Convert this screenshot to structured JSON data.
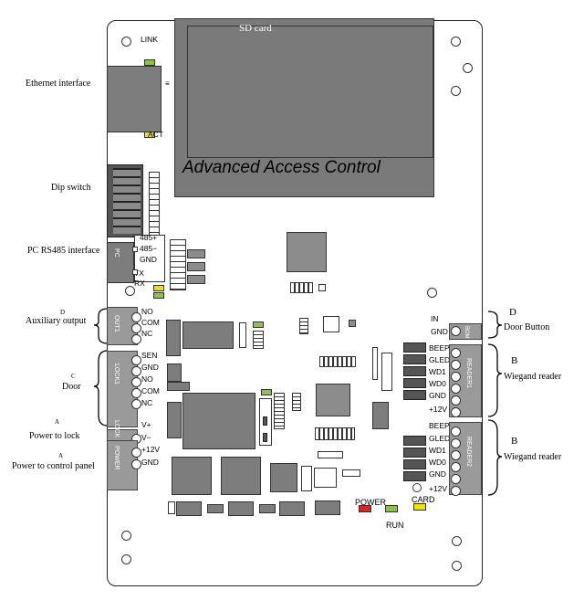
{
  "board": {
    "title": "Advanced Access Control",
    "sd_card": "SD card",
    "link": "LINK",
    "act": "ACT",
    "pc": "PC",
    "power_led": "POWER",
    "run_led": "RUN",
    "card_led": "CARD"
  },
  "left_labels": {
    "ethernet": "Ethernet interface",
    "dip": "Dip switch",
    "rs485": "PC RS485 interface",
    "aux_letter": "D",
    "aux": "Auxiliary output",
    "door_letter": "C",
    "door": "Door",
    "lock_letter": "A",
    "power_lock": "Power to lock",
    "panel_letter": "A",
    "power_panel": "Power to control panel"
  },
  "right_labels": {
    "d_letter": "D",
    "door_button": "Door Button",
    "b1_letter": "B",
    "wiegand1": "Wiegand reader",
    "b2_letter": "B",
    "wiegand2": "Wiegand reader"
  },
  "terminals": {
    "rs485": [
      "485+",
      "485−",
      "GND",
      "TX",
      "RX"
    ],
    "aux_name": "OUT1",
    "aux": [
      "NO",
      "COM",
      "NC"
    ],
    "door_name": "LOCK1",
    "door": [
      "SEN",
      "GND",
      "NO",
      "COM",
      "NC"
    ],
    "lock_name": "LOCK",
    "lock": [
      "V+",
      "V−"
    ],
    "power_name": "POWER",
    "power": [
      "+12V",
      "GND"
    ],
    "in_name": "IN",
    "in_block": [
      "IN",
      "GND"
    ],
    "in_tab": "BOM",
    "reader1_name": "READER1",
    "reader1": [
      "BEEP",
      "GLED",
      "WD1",
      "WD0",
      "GND",
      "+12V"
    ],
    "reader2_name": "READER2",
    "reader2": [
      "BEEP",
      "GLED",
      "WD1",
      "WD0",
      "GND",
      "+12V"
    ]
  },
  "colors": {
    "board_gray": "#7d7d7d",
    "led_green": "#8bc34a",
    "led_yellow": "#f2e200",
    "led_red": "#e02020"
  }
}
